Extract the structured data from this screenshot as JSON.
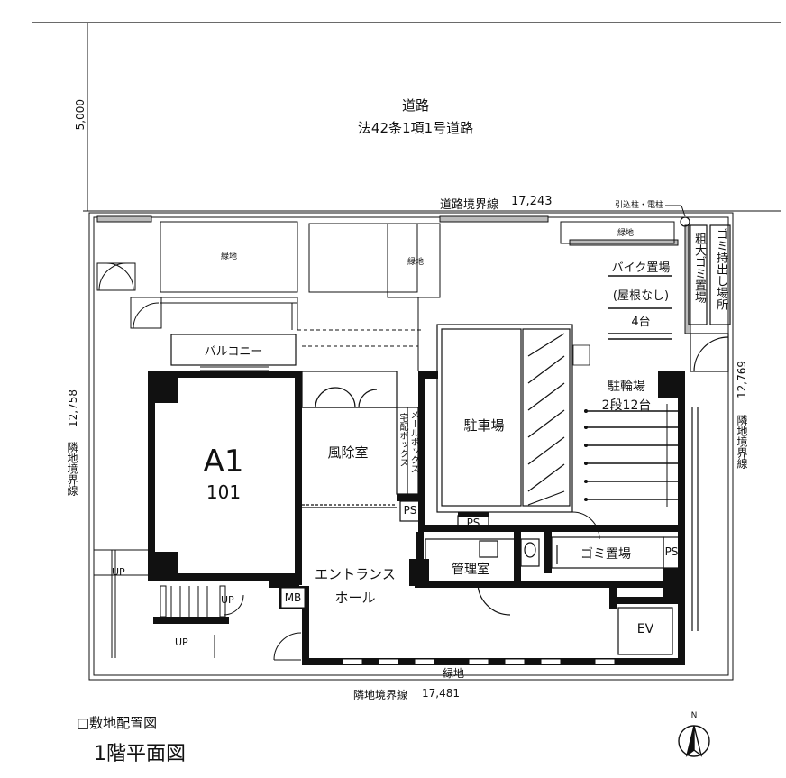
{
  "road": {
    "name": "道路",
    "law": "法42条1項1号道路",
    "setback": "5,000",
    "boundary": "道路境界線",
    "boundary_length": "17,243",
    "pole": "引込柱・電柱"
  },
  "boundaries": {
    "left_label": "隣地境界線",
    "left_length": "12,758",
    "right_label": "隣地境界線",
    "right_length": "12,769",
    "bottom_label": "隣地境界線",
    "bottom_length": "17,481"
  },
  "green": {
    "top_left": "緑地",
    "top_mid": "緑地",
    "top_right": "緑地",
    "bottom": "緑地"
  },
  "rooms": {
    "balcony": "バルコニー",
    "unit_id": "A1",
    "unit_no": "101",
    "windbreak": "風除室",
    "mailbox": "メールボックス",
    "delivery_box": "宅配ボックス",
    "parking": "駐車場",
    "ps1": "PS",
    "ps2": "PS",
    "ps3": "PS",
    "management": "管理室",
    "entrance_line1": "エントランス",
    "entrance_line2": "ホール",
    "mb": "MB",
    "garbage": "ゴミ置場",
    "ev": "EV",
    "bike_parking": "バイク置場",
    "bike_roof": "(屋根なし)",
    "bike_count": "4台",
    "bicycle_parking": "駐輪場",
    "bicycle_count": "2段12台",
    "bulky_garbage": "粗大ゴミ置場",
    "garbage_collection": "ゴミ持出し場所",
    "up1": "UP",
    "up2": "UP",
    "up3": "UP"
  },
  "captions": {
    "site_plan": "□敷地配置図",
    "floor_plan": "1階平面図",
    "north": "N"
  }
}
